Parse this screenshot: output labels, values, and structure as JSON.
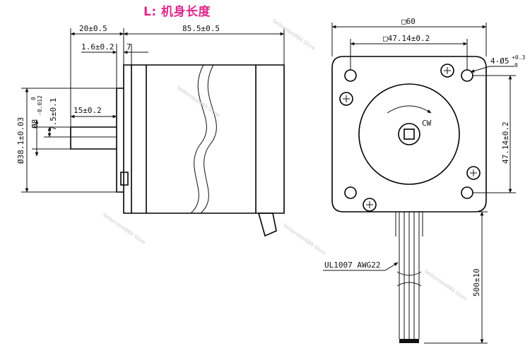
{
  "title": "L: 机身长度",
  "side_view": {
    "dim_flange": "20±0.5",
    "dim_body": "85.5±0.5",
    "dim_boss_thickness": "1.6±0.2",
    "dim_flange_thickness": "7",
    "dim_flat_length": "15±0.2",
    "dim_boss_dia": "Ø38.1±0.03",
    "dim_shaft_dia": "Ø8",
    "dim_shaft_tol_upper": "0",
    "dim_shaft_tol_lower": "-0.012",
    "dim_flat": "7.5±0.1"
  },
  "front_view": {
    "dim_square": "□60",
    "dim_bolt_square": "□47.14±0.2",
    "dim_holes": "4-Ø5",
    "dim_holes_tol_upper": "+0.3",
    "dim_holes_tol_lower": "0",
    "dim_bolt_vertical": "47.14±0.2",
    "rotation": "CW",
    "wire_label": "UL1007 AWG22",
    "dim_wire_length": "500±10"
  },
  "watermark": "Saiborobot886 Store"
}
